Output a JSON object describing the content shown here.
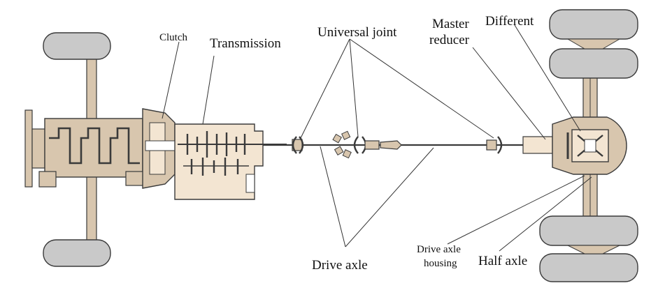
{
  "labels": {
    "clutch": "Clutch",
    "transmission": "Transmission",
    "universal_joint": "Universal joint",
    "master_reducer_1": "Master",
    "master_reducer_2": "reducer",
    "different": "Different",
    "drive_axle": "Drive axle",
    "drive_axle_housing_1": "Drive axle",
    "drive_axle_housing_2": "housing",
    "half_axle": "Half axle"
  },
  "colors": {
    "part_fill": "#d8c6ae",
    "part_light": "#f3e5d2",
    "tire_fill": "#c9c9c9",
    "stroke": "#3a3a3a",
    "leader": "#333333"
  }
}
